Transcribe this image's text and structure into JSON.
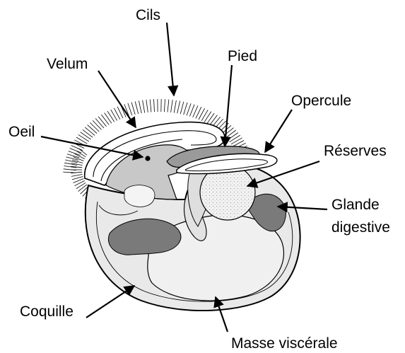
{
  "diagram": {
    "labels": {
      "cils": "Cils",
      "velum": "Velum",
      "pied": "Pied",
      "opercule": "Opercule",
      "oeil": "Oeil",
      "reserves": "Réserves",
      "glande_line1": "Glande",
      "glande_line2": "digestive",
      "coquille": "Coquille",
      "masse": "Masse viscérale"
    },
    "colors": {
      "outline": "#000000",
      "light_gray": "#e6e6e6",
      "mid_gray": "#c8c8c8",
      "dark_gray": "#7a7a7a",
      "reserve_fill": "#efefef",
      "background": "#ffffff"
    }
  }
}
